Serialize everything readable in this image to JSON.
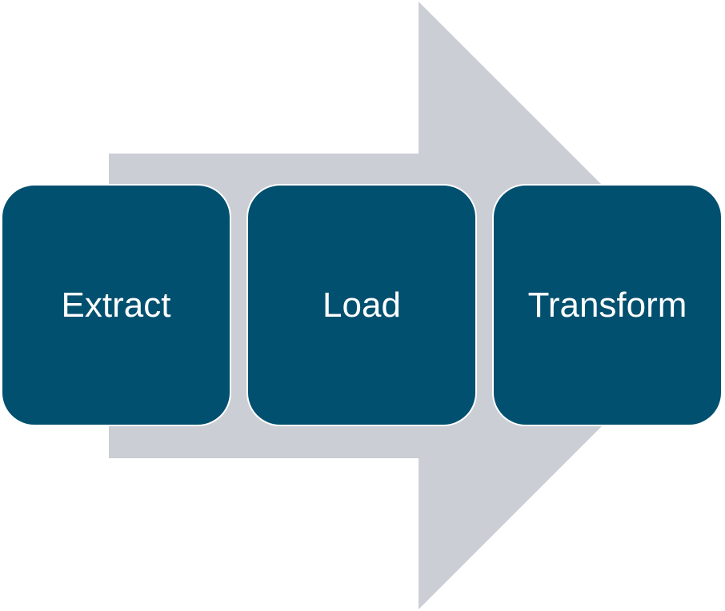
{
  "diagram": {
    "steps": [
      {
        "label": "Extract"
      },
      {
        "label": "Load"
      },
      {
        "label": "Transform"
      }
    ],
    "colors": {
      "step_fill": "#02506F",
      "step_border": "#FFFFFF",
      "step_text": "#FFFFFF",
      "arrow_fill": "#CBCED5"
    },
    "arrow_direction": "right"
  }
}
